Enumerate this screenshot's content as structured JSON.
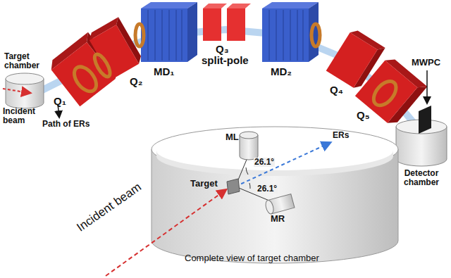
{
  "diagram": {
    "labels": [
      "Target chamber",
      "Incident beam",
      "Path of ERs",
      "Q₁",
      "Q₂",
      "MD₁",
      "Q₃",
      "split-pole",
      "MD₂",
      "Q₄",
      "Q₅",
      "MWPC",
      "Detector chamber",
      "ML",
      "26.1°",
      "26.1°",
      "ERs",
      "Target",
      "MR",
      "Incident beam",
      "Complete view of target chamber"
    ]
  }
}
